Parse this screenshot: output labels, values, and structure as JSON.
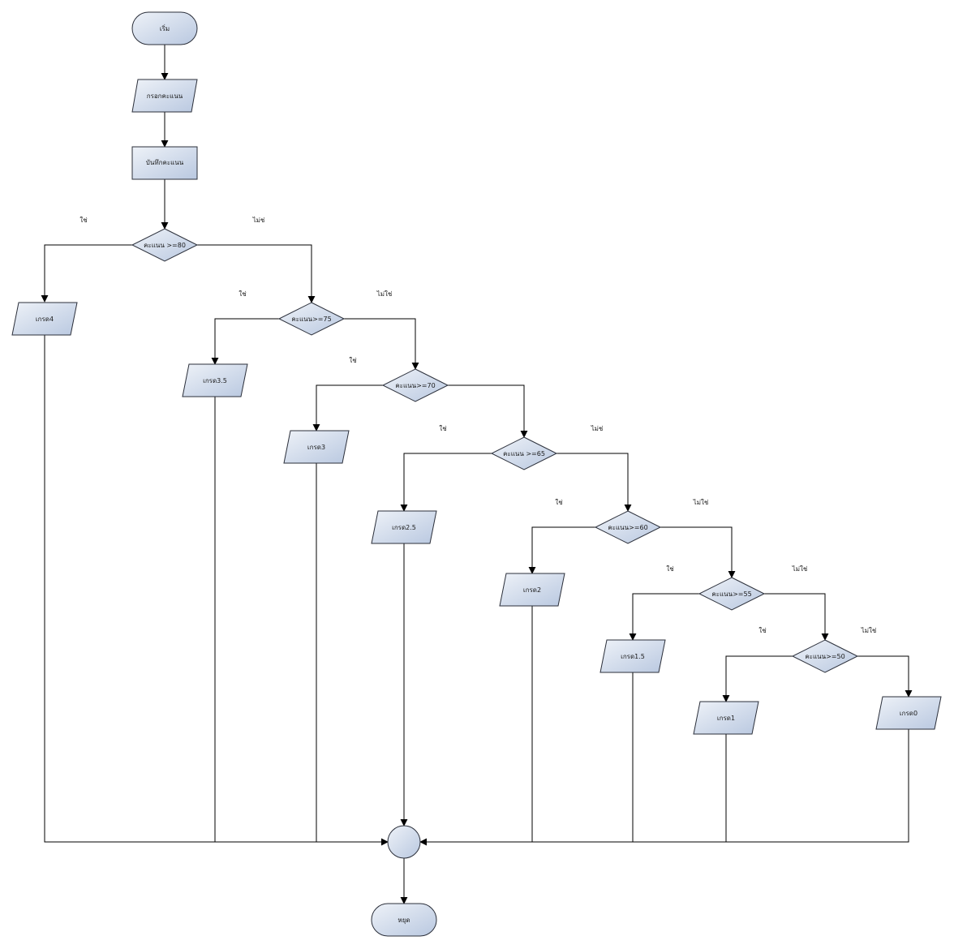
{
  "colors": {
    "shape_fill_top": "#eef2f8",
    "shape_fill_bottom": "#b9c8e0",
    "stroke": "#2b2f3a",
    "line": "#000000"
  },
  "nodes": {
    "start": "เริ่ม",
    "input_score": "กรอกคะแนน",
    "save_score": "บันทึกคะแนน",
    "cond_80": "คะแนน >=80",
    "cond_75": "คะแนน>=75",
    "cond_70": "คะแนน>=70",
    "cond_65": "คะแนน >=65",
    "cond_60": "คะแนน>=60",
    "cond_55": "คะแนน>=55",
    "cond_50": "คะแนน>=50",
    "grade_4": "เกรด4",
    "grade_3_5": "เกรด3.5",
    "grade_3": "เกรด3",
    "grade_2_5": "เกรด2.5",
    "grade_2": "เกรด2",
    "grade_1_5": "เกรด1.5",
    "grade_1": "เกรด1",
    "grade_0": "เกรด0",
    "stop": "หยุด"
  },
  "edge_labels": {
    "yes_80": "ใช่",
    "no_80": "ไม่ช่",
    "yes_75": "ใช่",
    "no_75": "ไม่ใช่",
    "yes_70": "ใช่",
    "yes_65": "ใช่",
    "no_65": "ไม่ช่",
    "yes_60": "ใช่",
    "no_60": "ไม่ใช่",
    "yes_55": "ใช่",
    "no_55": "ไม่ใช่",
    "yes_50": "ใช่",
    "no_50": "ไม่ใช่"
  }
}
